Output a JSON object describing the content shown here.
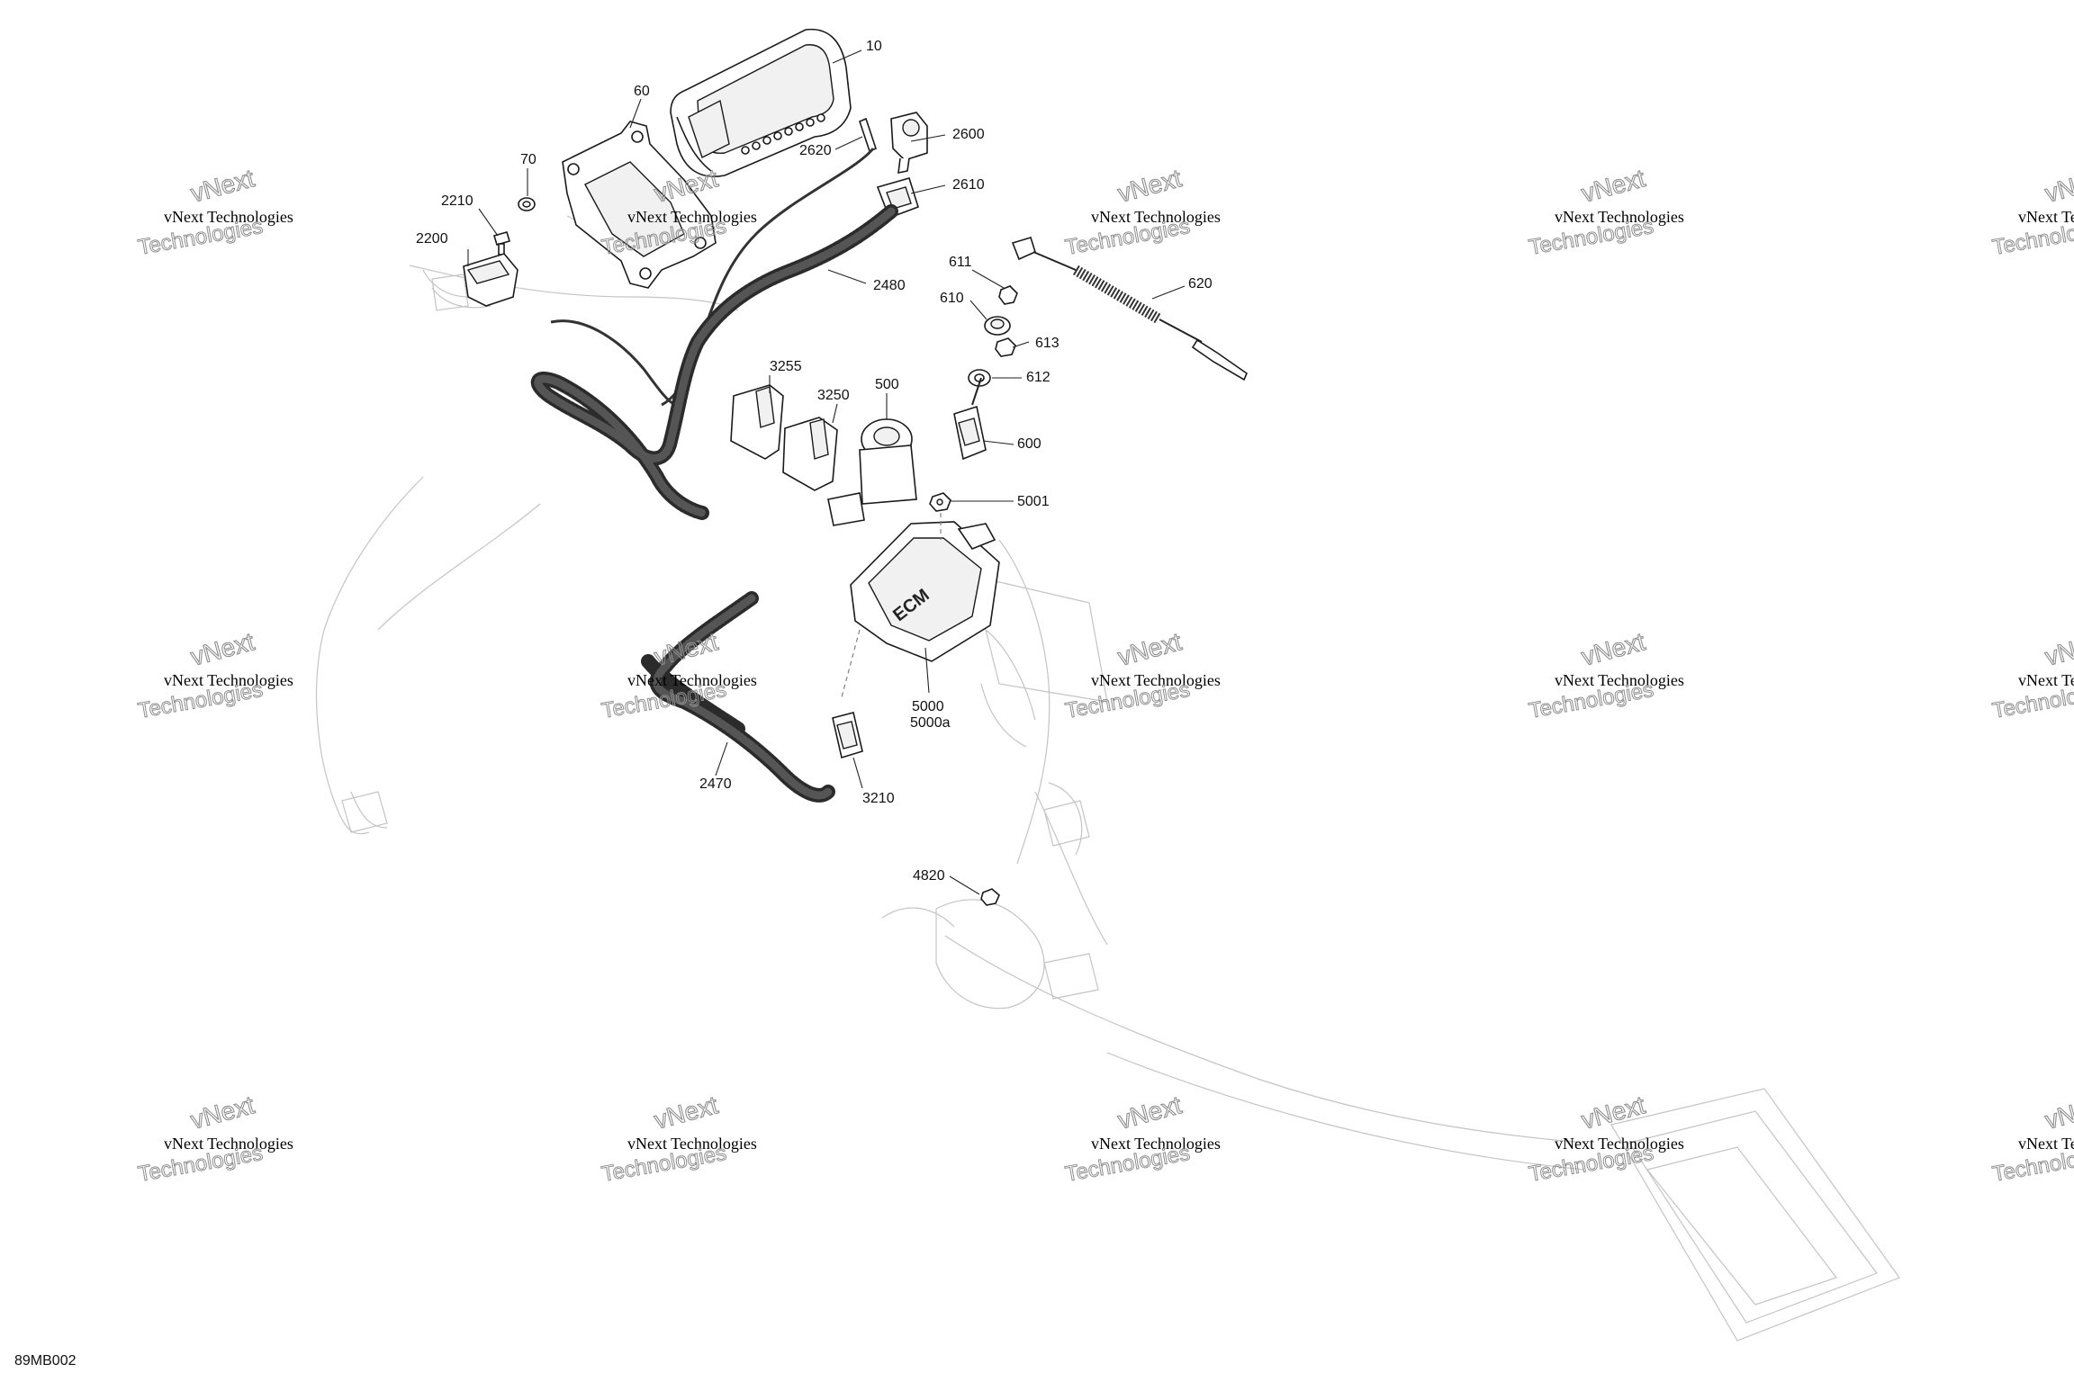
{
  "figure_code": "89MB002",
  "watermark": {
    "line1": "vNext Technologies",
    "line2": "vNext",
    "line3": "Technologies"
  },
  "callouts": [
    {
      "id": "10",
      "label": "10"
    },
    {
      "id": "60",
      "label": "60"
    },
    {
      "id": "70",
      "label": "70"
    },
    {
      "id": "2210",
      "label": "2210"
    },
    {
      "id": "2200",
      "label": "2200"
    },
    {
      "id": "2620",
      "label": "2620"
    },
    {
      "id": "2600",
      "label": "2600"
    },
    {
      "id": "2610",
      "label": "2610"
    },
    {
      "id": "2480",
      "label": "2480"
    },
    {
      "id": "611",
      "label": "611"
    },
    {
      "id": "610",
      "label": "610"
    },
    {
      "id": "613",
      "label": "613"
    },
    {
      "id": "612",
      "label": "612"
    },
    {
      "id": "620",
      "label": "620"
    },
    {
      "id": "3255",
      "label": "3255"
    },
    {
      "id": "3250",
      "label": "3250"
    },
    {
      "id": "500",
      "label": "500"
    },
    {
      "id": "600",
      "label": "600"
    },
    {
      "id": "5001",
      "label": "5001"
    },
    {
      "id": "5000",
      "label": "5000"
    },
    {
      "id": "5000a",
      "label": "5000a"
    },
    {
      "id": "2470",
      "label": "2470"
    },
    {
      "id": "3210",
      "label": "3210"
    },
    {
      "id": "4820",
      "label": "4820"
    }
  ]
}
